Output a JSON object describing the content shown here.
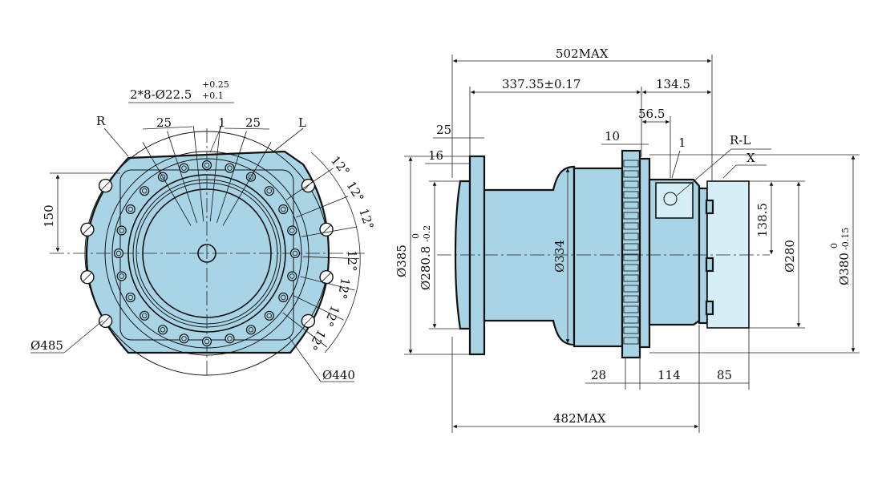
{
  "front_view": {
    "labels": {
      "bolt_pattern": "2*8-Ø22.5",
      "bolt_tol_upper": "+0.25",
      "bolt_tol_lower": "+0.1",
      "port_r": "R",
      "port_l": "L",
      "port_1": "1",
      "dim_25_left": "25",
      "dim_25_right": "25",
      "dim_150": "150",
      "dia_485": "Ø485",
      "dia_440": "Ø440",
      "angles": [
        "12°",
        "12°",
        "12°",
        "12°",
        "12°",
        "12°",
        "12°"
      ]
    }
  },
  "side_view": {
    "labels": {
      "overall_max": "502MAX",
      "body_len": "337.35±0.17",
      "rear_len": "134.5",
      "dim_56_5": "56.5",
      "dim_25": "25",
      "dim_16": "16",
      "dim_10": "10",
      "port_1": "1",
      "port_rl": "R-L",
      "port_x": "X",
      "dia_385": "Ø385",
      "dia_280_8": "Ø280.8",
      "dia_280_8_tol_upper": "0",
      "dia_280_8_tol_lower": "-0.2",
      "dia_334": "Ø334",
      "dim_138_5": "138.5",
      "dia_280": "Ø280",
      "dia_380": "Ø380",
      "dia_380_tol_upper": "0",
      "dia_380_tol_lower": "-0.15",
      "dim_28": "28",
      "dim_114": "114",
      "dim_85": "85",
      "mount_max": "482MAX"
    }
  },
  "colors": {
    "body": "#a9d4e6",
    "body_light": "#d6eef6",
    "line": "#111111"
  }
}
